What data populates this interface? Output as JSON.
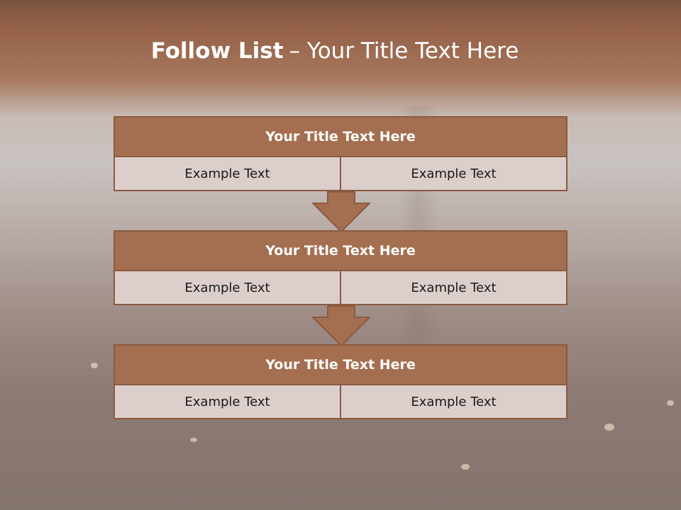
{
  "slide": {
    "title_bold": "Follow List",
    "title_rest": "– Your Title Text Here",
    "colors": {
      "header_fill": "#a46f50",
      "border": "#8a5a40",
      "cell_fill": "#dccfcb",
      "title_text": "#ffffff"
    },
    "blocks": [
      {
        "title": "Your Title Text Here",
        "left": "Example Text",
        "right": "Example Text"
      },
      {
        "title": "Your Title Text Here",
        "left": "Example Text",
        "right": "Example Text"
      },
      {
        "title": "Your Title Text Here",
        "left": "Example Text",
        "right": "Example Text"
      }
    ],
    "connector_icon": "down-arrow-icon"
  }
}
